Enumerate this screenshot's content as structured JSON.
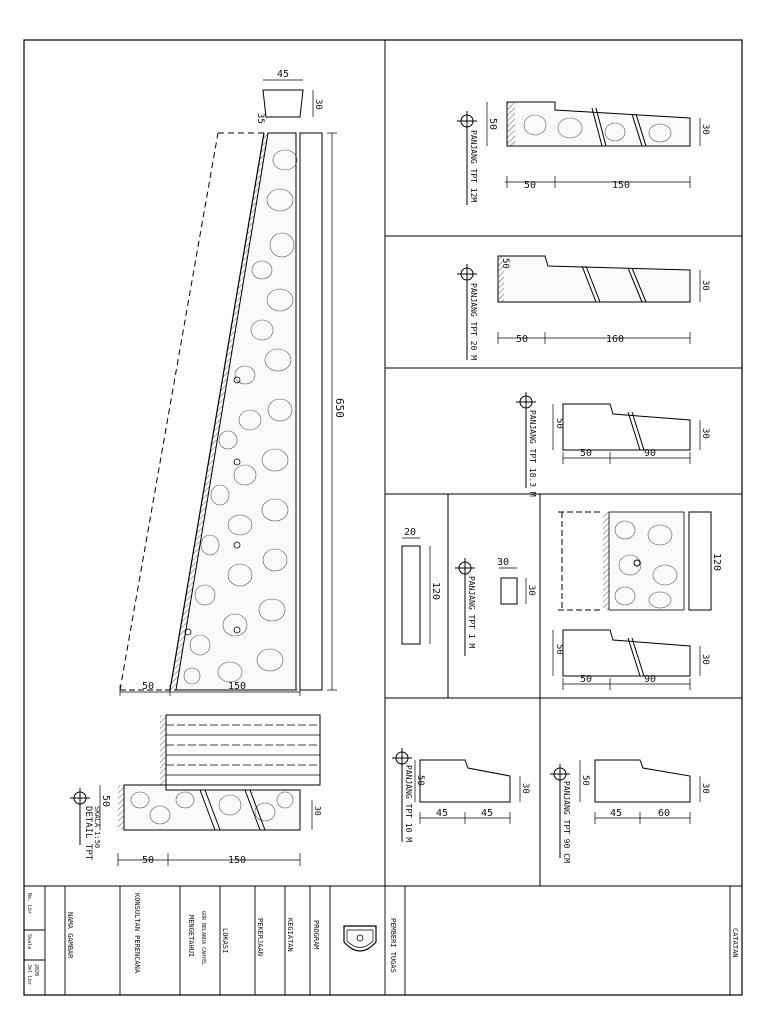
{
  "main_drawing": {
    "dims": {
      "top_width": "45",
      "top_inner": "35",
      "top_height": "30",
      "length": "650",
      "base_left": "50",
      "base_right": "150"
    }
  },
  "detail": {
    "title": "DETAIL TPT",
    "scale": "SKALA 1:50",
    "dims": {
      "height": "50",
      "right_height": "30",
      "left": "50",
      "right": "150"
    }
  },
  "panels": [
    {
      "label": "PANJANG TPT 12M",
      "h": "50",
      "rh": "30",
      "a": "50",
      "b": "150"
    },
    {
      "label": "PANJANG TPT 20 M",
      "h": "50",
      "rh": "30",
      "a": "50",
      "b": "160"
    },
    {
      "label": "PANJANG TPT 18.3 M",
      "h": "50",
      "rh": "30",
      "a": "50",
      "b": "90"
    },
    {
      "label": "PANJANG TPT 1 M",
      "w": "30",
      "h": "30"
    },
    {
      "label": "PANJANG TPT 10 M",
      "h": "50",
      "rh": "30",
      "a": "45",
      "b": "45"
    },
    {
      "label": "PANJANG TPT 90 CM",
      "h": "50",
      "rh": "30",
      "a": "45",
      "b": "60"
    }
  ],
  "post": {
    "w": "20",
    "h": "120"
  },
  "plan_120": {
    "dim": "120",
    "h": "50",
    "rh": "30",
    "a": "50",
    "b": "90"
  },
  "title_block": {
    "nama_gambar": "NAMA GAMBAR",
    "konsultan": "KONSULTAN PERENCANA",
    "lokasi": "LOKASI",
    "lokasi_value_1": "GOR BELANDA CAHYEL",
    "lokasi_value_2": "MENGETAHUI",
    "pekerjaan": "PEKERJAAN",
    "kegiatan": "KEGIATAN",
    "program": "PROGRAM",
    "pemberi_tugas": "PEMBERI TUGAS",
    "catatan": "CATATAN",
    "no": "No. Lbr",
    "skala": "Skala",
    "jumlah": "Jml Lbr",
    "tahun": "2020"
  }
}
